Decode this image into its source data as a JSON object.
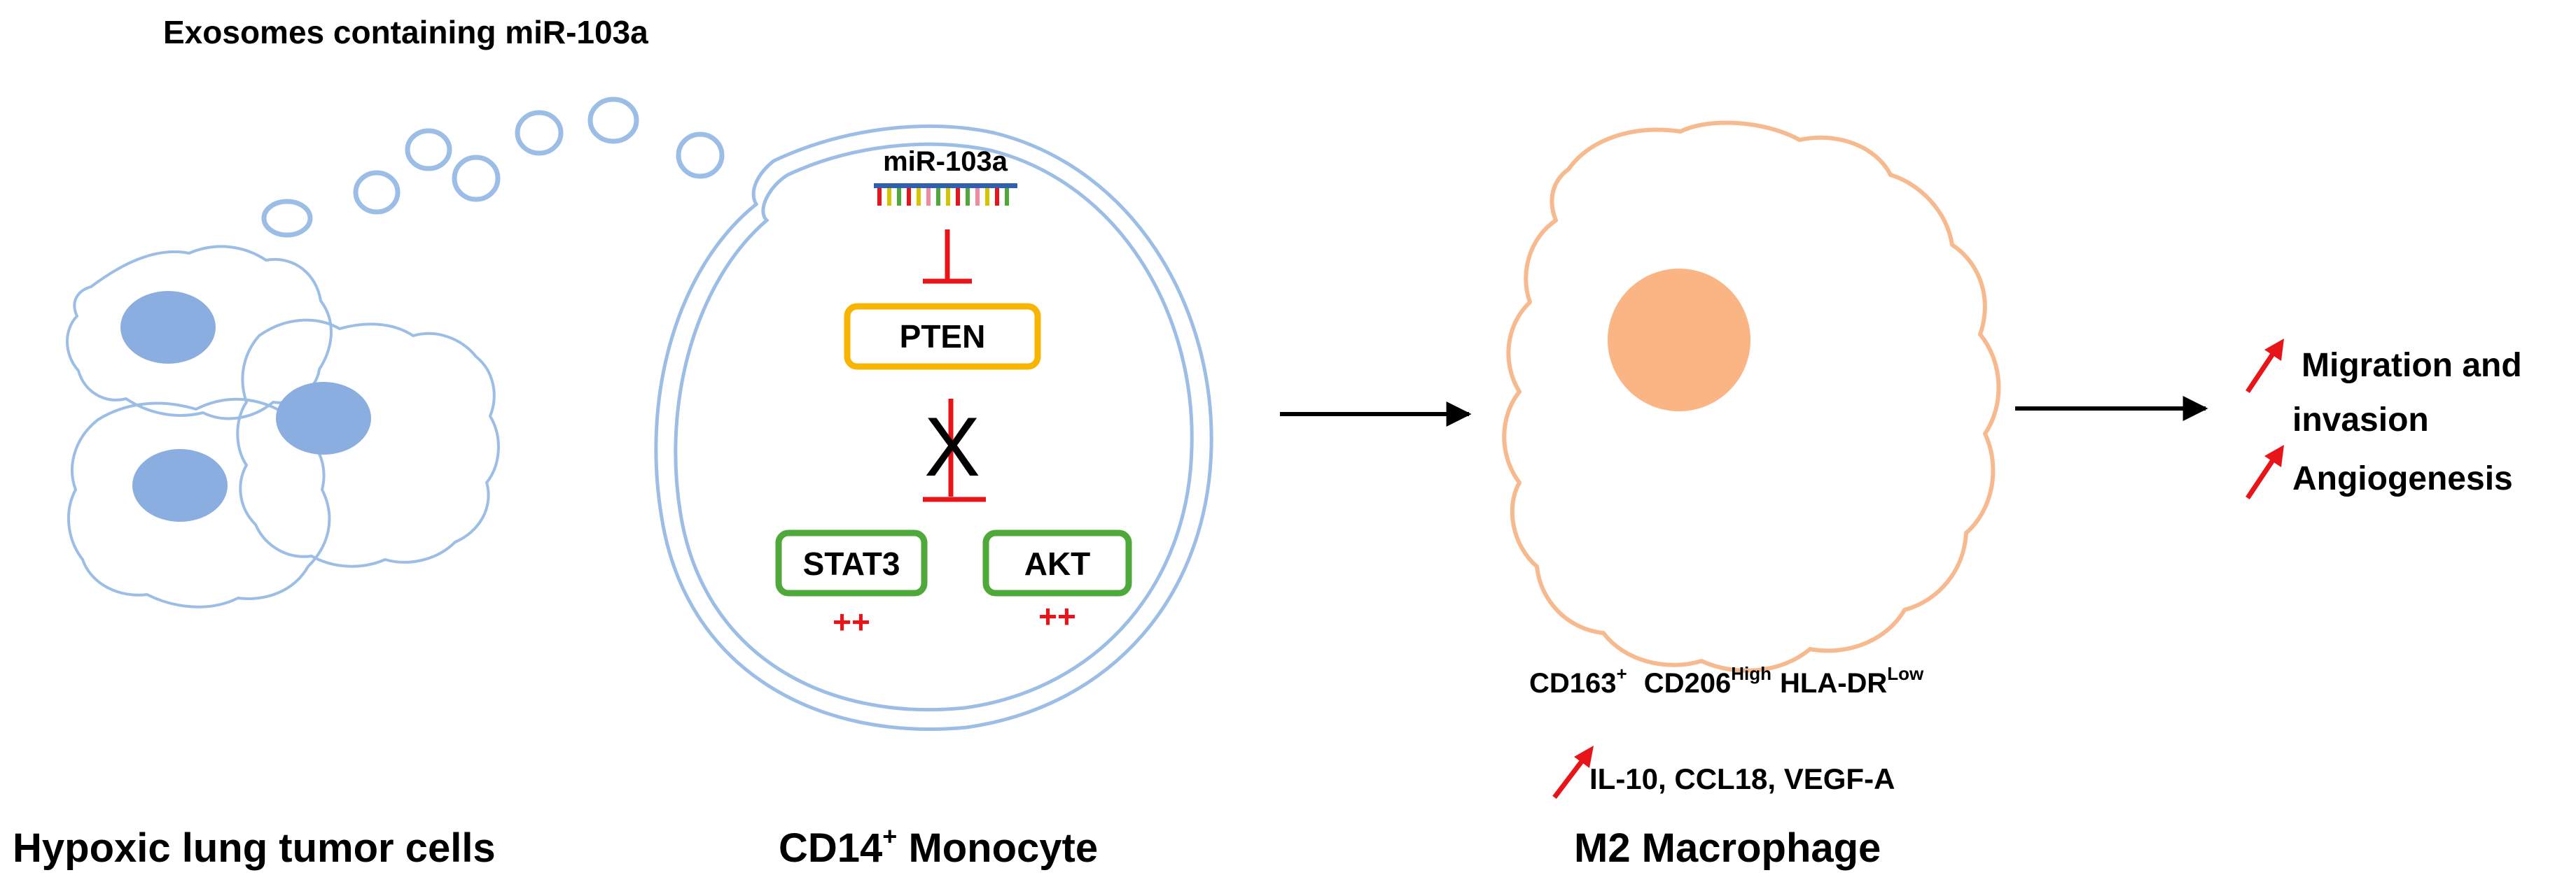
{
  "colors": {
    "tumor_outline": "#9cbde6",
    "tumor_nucleus": "#8aaee0",
    "macrophage_outline": "#f7b98e",
    "macrophage_nucleus": "#fbb484",
    "inhibition_red": "#e8141a",
    "pten_box": "#f7b500",
    "signal_box": "#4ea83a",
    "arrow": "#000000"
  },
  "exosomes_label": "Exosomes containing miR-103a",
  "mirna_label": "miR-103a",
  "pten_label": "PTEN",
  "block_mark": "X",
  "stat3": {
    "label": "STAT3",
    "change": "++"
  },
  "akt": {
    "label": "AKT",
    "change": "++"
  },
  "markers": {
    "cd163": "CD163",
    "cd163_sup": "+",
    "cd206": "CD206",
    "cd206_sup": "High",
    "hla": "HLA-DR",
    "hla_sup": "Low"
  },
  "cytokines": "IL-10, CCL18, VEGF-A",
  "outcomes": {
    "migration_line1": "Migration and",
    "migration_line2": "invasion",
    "angiogenesis": "Angiogenesis"
  },
  "captions": {
    "tumor": "Hypoxic lung tumor cells",
    "monocyte_main": "CD14",
    "monocyte_sup": "+",
    "monocyte_rest": " Monocyte",
    "macrophage": "M2 Macrophage"
  },
  "icons": [
    "up-arrow-icon",
    "right-arrow-icon",
    "inhibition-icon",
    "rna-strand-icon"
  ]
}
